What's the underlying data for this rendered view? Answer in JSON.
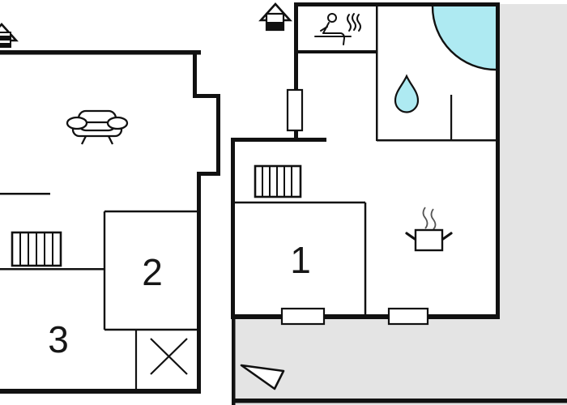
{
  "plan": {
    "title": "holiday-home-floor-plan",
    "rooms": [
      {
        "id": "room-1",
        "label": "1"
      },
      {
        "id": "room-2",
        "label": "2"
      },
      {
        "id": "room-3",
        "label": "3"
      }
    ],
    "icons": [
      "house-icon-left-building",
      "house-icon-right-building",
      "sofa-icon",
      "radiator-icon-left-building",
      "radiator-icon-right-building",
      "sauna-person-icon",
      "shower-corner-icon",
      "water-drop-icon",
      "stove-pot-icon",
      "window-marker-left-wall",
      "window-marker-bottom-wall-1",
      "window-marker-bottom-wall-2",
      "cross-marker",
      "north-arrow-icon"
    ],
    "colors": {
      "wall": "#111111",
      "terrace": "#e4e4e4",
      "water": "#aeeaf2",
      "background": "#ffffff"
    }
  }
}
